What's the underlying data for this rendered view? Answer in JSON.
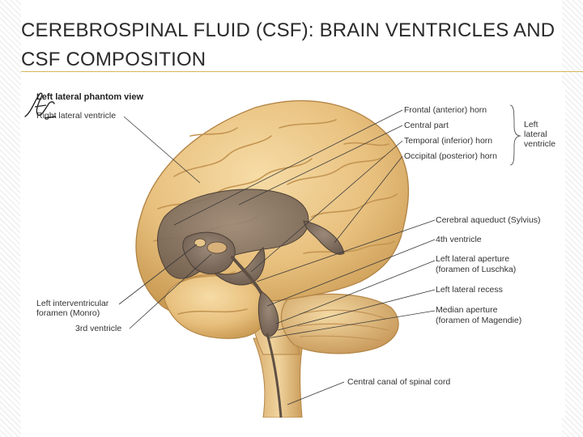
{
  "slide": {
    "title": "CEREBROSPINAL FLUID (CSF): BRAIN VENTRICLES AND CSF COMPOSITION"
  },
  "figure": {
    "view_title": "Left lateral phantom view",
    "labels": {
      "right_lateral_ventricle": "Right lateral ventricle",
      "frontal_horn": "Frontal (anterior) horn",
      "central_part": "Central part",
      "temporal_horn": "Temporal (inferior) horn",
      "occipital_horn": "Occipital (posterior) horn",
      "left_lateral_ventricle": "Left lateral ventricle",
      "cerebral_aqueduct": "Cerebral aqueduct (Sylvius)",
      "fourth_ventricle": "4th ventricle",
      "left_lateral_aperture_1": "Left lateral aperture",
      "left_lateral_aperture_2": "(foramen of Luschka)",
      "left_lateral_recess": "Left lateral recess",
      "median_aperture_1": "Median aperture",
      "median_aperture_2": "(foramen of Magendie)",
      "central_canal": "Central canal of spinal cord",
      "interventricular_foramen_1": "Left interventricular",
      "interventricular_foramen_2": "foramen (Monro)",
      "third_ventricle": "3rd ventricle"
    },
    "colors": {
      "brain": "#e8c07e",
      "brain_dark": "#c99a52",
      "ventricle": "#7a6a5c",
      "leader_line": "#3a3a3a"
    }
  }
}
